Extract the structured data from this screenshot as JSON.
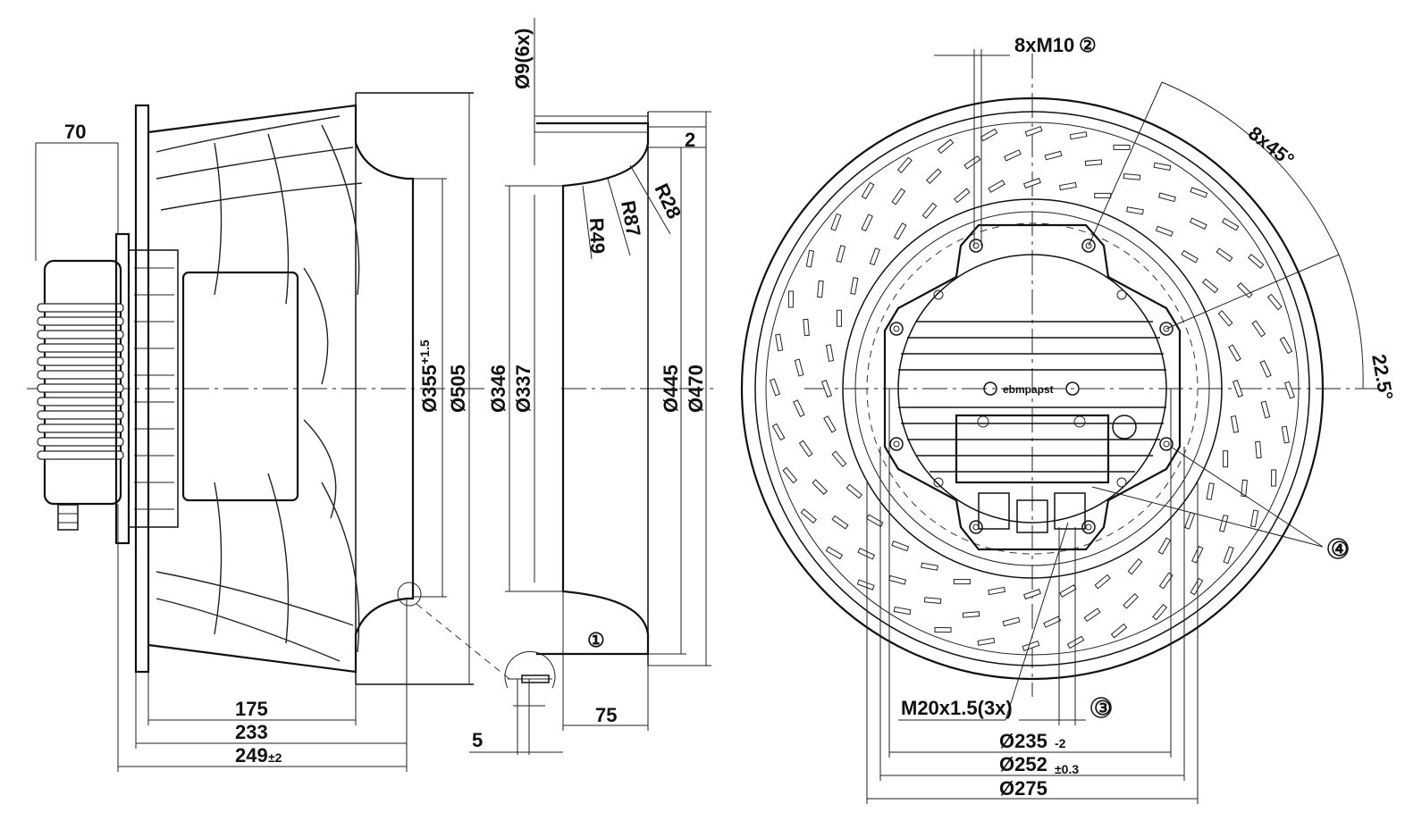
{
  "dimensions": {
    "side_width_70": "70",
    "dia_355": "Ø355",
    "dia_355_tol": "+1.5",
    "dia_505": "Ø505",
    "len_175": "175",
    "len_233": "233",
    "len_249": "249",
    "len_249_tol": "±2",
    "len_5": "5",
    "hole_dia": "Ø9(6x)",
    "len_2": "2",
    "r28": "R28",
    "r87": "R87",
    "r49": "R49",
    "dia_346": "Ø346",
    "dia_337": "Ø337",
    "dia_445": "Ø445",
    "dia_470": "Ø470",
    "len_75": "75",
    "thread_m10": "8xM10",
    "angle_8x45": "8x45°",
    "angle_22_5": "22.5°",
    "thread_m20": "M20x1.5(3x)",
    "dia_235": "Ø235",
    "dia_235_tol": "-2",
    "dia_252": "Ø252",
    "dia_252_tol": "±0.3",
    "dia_275": "Ø275",
    "brand_mark": "ebmpapst"
  },
  "callouts": {
    "c1": "①",
    "c2": "②",
    "c3": "③",
    "c4": "④"
  }
}
